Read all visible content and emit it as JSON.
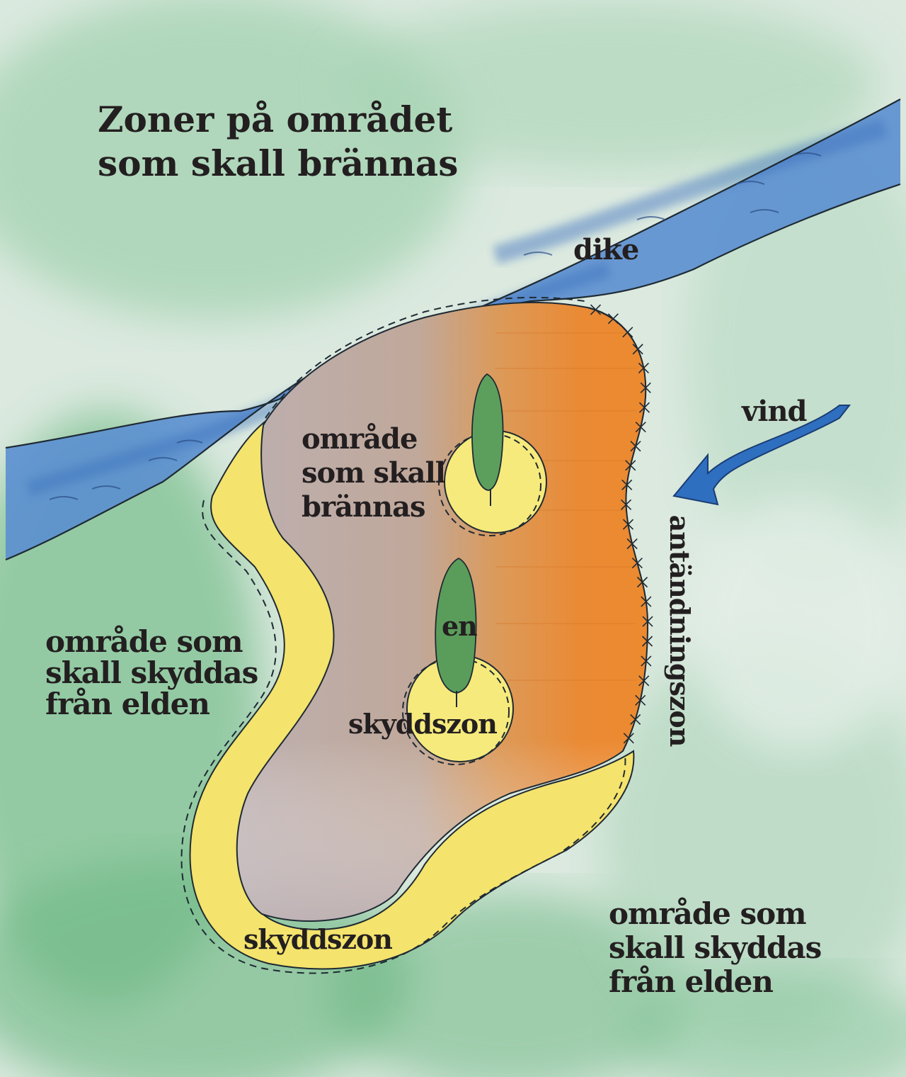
{
  "title": "Zoner på området\nsom skall brännas",
  "labels": {
    "ditch": "dike",
    "wind": "vind",
    "burn_area": "område\nsom skall\nbrännas",
    "juniper": "en",
    "protection_zone_tree": "skyddszon",
    "protection_zone_strip": "skyddszon",
    "protected_area_left": "område som\nskall skyddas\nfrån elden",
    "protected_area_right": "område som\nskall skyddas\nfrån elden",
    "ignition_zone": "antändningszon"
  },
  "colors": {
    "background": "#cfe3d6",
    "grass": "#8fc79f",
    "ditch": "#4f84c8",
    "burn_area": "#b9aaa5",
    "ignition_zone": "#e98f3a",
    "protection_zone": "#f2e26a",
    "tree": "#5a9f5c",
    "arrow": "#2f6fc0",
    "text": "#231f20"
  },
  "icons": {
    "wind_arrow": "wind-arrow-icon",
    "juniper_upper": "juniper-tree-icon",
    "juniper_lower": "juniper-tree-icon"
  }
}
